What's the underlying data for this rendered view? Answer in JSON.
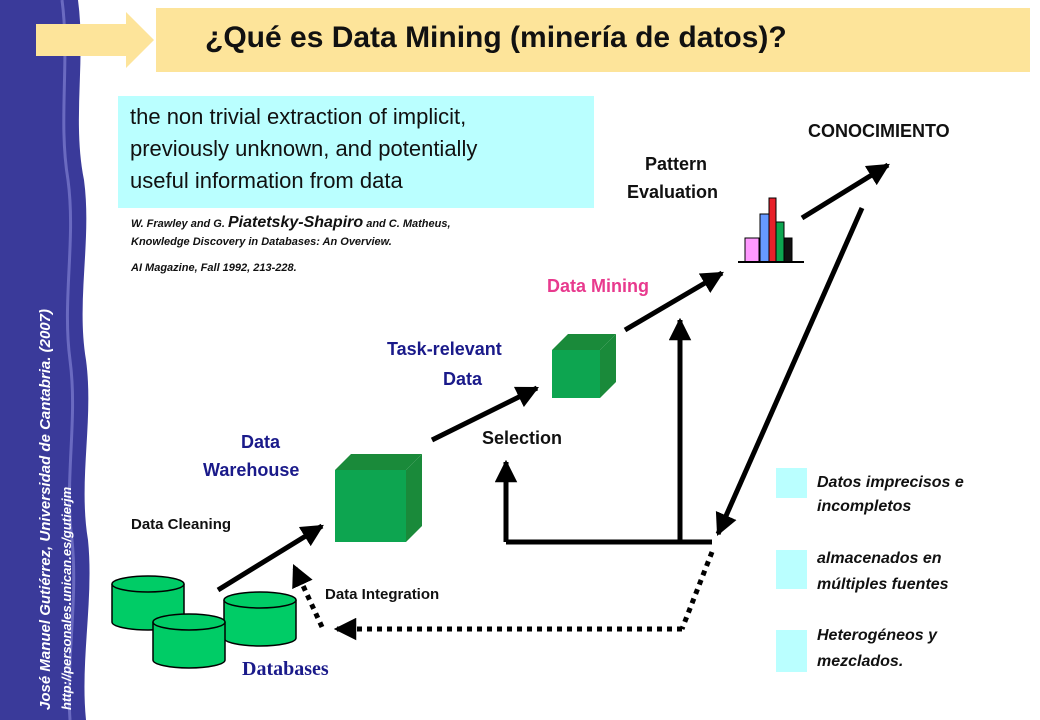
{
  "title": "¿Qué es Data Mining (minería de datos)?",
  "sidebar": {
    "author": "José Manuel Gutiérrez, Universidad de Cantabria. (2007)",
    "url": "http://personales.unican.es/gutierjm"
  },
  "definition": {
    "line1": "the non trivial extraction of implicit,",
    "line2": "previously unknown, and potentially",
    "line3": "useful information from data"
  },
  "citation": {
    "prefix": "W. Frawley and G. ",
    "highlight": "Piatetsky-Shapiro",
    "suffix": " and C. Matheus,",
    "line2": "Knowledge Discovery in Databases:  An Overview.",
    "line3": "AI Magazine, Fall 1992, 213-228."
  },
  "diagram": {
    "conocimiento": "CONOCIMIENTO",
    "pattern_evaluation": [
      "Pattern",
      "Evaluation"
    ],
    "data_mining": "Data Mining",
    "task_relevant": [
      "Task-relevant",
      "Data"
    ],
    "selection": "Selection",
    "data_warehouse": [
      "Data",
      "Warehouse"
    ],
    "data_cleaning": "Data Cleaning",
    "data_integration": "Data Integration",
    "databases": "Databases"
  },
  "legend": [
    {
      "line1": "Datos imprecisos e",
      "line2": "incompletos"
    },
    {
      "line1": "almacenados en",
      "line2": "múltiples fuentes"
    },
    {
      "line1": "Heterogéneos y",
      "line2": "mezclados."
    }
  ],
  "colors": {
    "title_bar": "#fde49a",
    "definition_box": "#baffff",
    "sidebar": "#3a3a9a",
    "cube": "#0da550",
    "cylinder": "#00cc66",
    "data_mining_label": "#e83a8e",
    "blue_label": "#1a1a8a",
    "legend_swatch": "#baffff"
  }
}
